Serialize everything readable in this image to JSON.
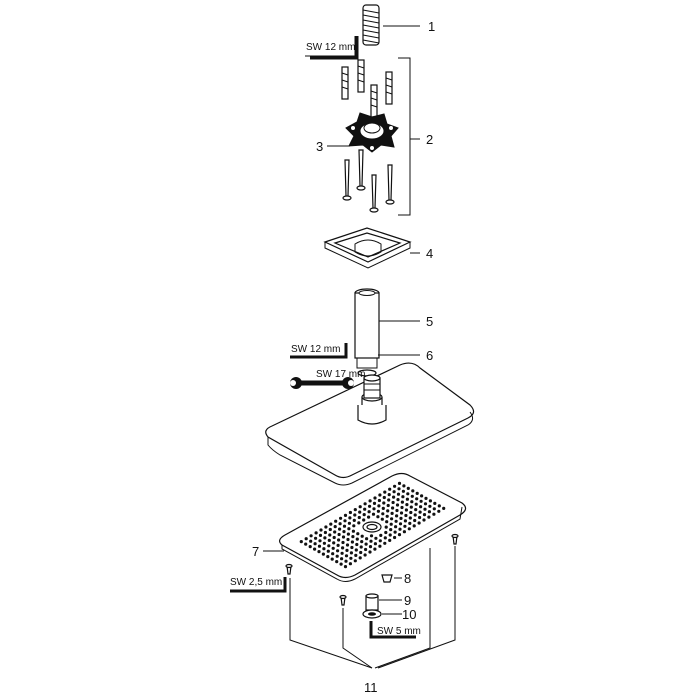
{
  "callouts": [
    "1",
    "2",
    "3",
    "4",
    "5",
    "6",
    "7",
    "8",
    "9",
    "10",
    "11"
  ],
  "tools": {
    "sw12_top": "SW 12 mm",
    "sw12_mid": "SW 12 mm",
    "sw17": "SW 17 mm",
    "sw25": "SW 2,5 mm",
    "sw5": "SW 5 mm"
  }
}
